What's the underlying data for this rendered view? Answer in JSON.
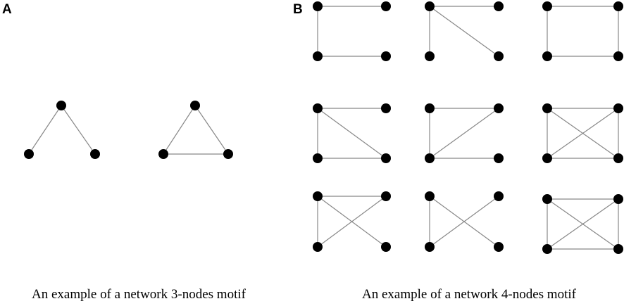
{
  "panel_a": {
    "label": "A",
    "caption": "An example of a network 3-nodes motif",
    "motifs": [
      {
        "name": "open-triad",
        "nodes": 3,
        "edges": [
          [
            0,
            1
          ],
          [
            1,
            2
          ]
        ]
      },
      {
        "name": "closed-triangle",
        "nodes": 3,
        "edges": [
          [
            0,
            1
          ],
          [
            1,
            2
          ],
          [
            0,
            2
          ]
        ]
      }
    ]
  },
  "panel_b": {
    "label": "B",
    "caption": "An example of a network 4-nodes motif",
    "motifs": [
      {
        "name": "path-top-left-bottom",
        "nodes": 4,
        "edges": [
          [
            0,
            1
          ],
          [
            0,
            2
          ],
          [
            2,
            3
          ]
        ]
      },
      {
        "name": "star-top-left",
        "nodes": 4,
        "edges": [
          [
            0,
            1
          ],
          [
            0,
            2
          ],
          [
            0,
            3
          ]
        ]
      },
      {
        "name": "cycle-square",
        "nodes": 4,
        "edges": [
          [
            0,
            1
          ],
          [
            1,
            3
          ],
          [
            3,
            2
          ],
          [
            2,
            0
          ]
        ]
      },
      {
        "name": "square-with-diagonal-a",
        "nodes": 4,
        "edges": [
          [
            0,
            1
          ],
          [
            0,
            2
          ],
          [
            2,
            3
          ],
          [
            0,
            3
          ]
        ]
      },
      {
        "name": "square-with-diagonal-b",
        "nodes": 4,
        "edges": [
          [
            0,
            1
          ],
          [
            0,
            2
          ],
          [
            2,
            3
          ],
          [
            1,
            2
          ]
        ]
      },
      {
        "name": "complete-k4",
        "nodes": 4,
        "edges": [
          [
            0,
            1
          ],
          [
            1,
            3
          ],
          [
            3,
            2
          ],
          [
            2,
            0
          ],
          [
            0,
            3
          ],
          [
            1,
            2
          ]
        ]
      },
      {
        "name": "bowtie-left",
        "nodes": 4,
        "edges": [
          [
            0,
            1
          ],
          [
            0,
            2
          ],
          [
            0,
            3
          ],
          [
            1,
            2
          ]
        ]
      },
      {
        "name": "bowtie-cross",
        "nodes": 4,
        "edges": [
          [
            0,
            2
          ],
          [
            0,
            3
          ],
          [
            1,
            2
          ]
        ]
      },
      {
        "name": "complete-k4-b",
        "nodes": 4,
        "edges": [
          [
            0,
            1
          ],
          [
            1,
            3
          ],
          [
            3,
            2
          ],
          [
            2,
            0
          ],
          [
            0,
            3
          ],
          [
            1,
            2
          ]
        ]
      }
    ]
  },
  "colors": {
    "node": "#000000",
    "edge": "#888888",
    "background": "#ffffff"
  }
}
